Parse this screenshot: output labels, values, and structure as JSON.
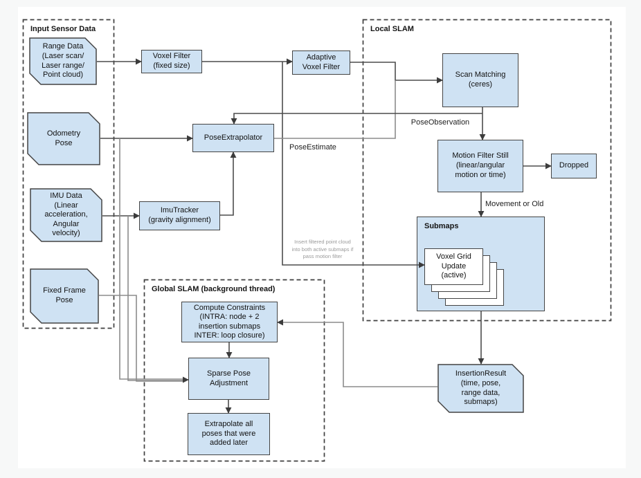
{
  "groups": {
    "input_sensor_data": {
      "label": "Input Sensor Data"
    },
    "local_slam": {
      "label": "Local SLAM"
    },
    "global_slam": {
      "label": "Global SLAM (background thread)"
    }
  },
  "nodes": {
    "range_data": {
      "label": "Range Data\n(Laser scan/\nLaser range/\nPoint cloud)"
    },
    "odometry_pose": {
      "label": "Odometry\nPose"
    },
    "imu_data": {
      "label": "IMU Data\n(Linear\nacceleration,\nAngular\nvelocity)"
    },
    "fixed_frame_pose": {
      "label": "Fixed Frame\nPose"
    },
    "voxel_filter": {
      "label": "Voxel Filter\n(fixed size)"
    },
    "adaptive_voxel_filter": {
      "label": "Adaptive\nVoxel Filter"
    },
    "scan_matching": {
      "label": "Scan Matching\n(ceres)"
    },
    "pose_extrapolator": {
      "label": "PoseExtrapolator"
    },
    "imu_tracker": {
      "label": "ImuTracker\n(gravity alignment)"
    },
    "motion_filter": {
      "label": "Motion Filter Still\n(linear/angular\nmotion or time)"
    },
    "dropped": {
      "label": "Dropped"
    },
    "submaps": {
      "label": "Submaps"
    },
    "voxel_grid_update": {
      "label": "Voxel Grid\nUpdate\n(active)"
    },
    "insertion_result": {
      "label": "InsertionResult\n(time, pose,\nrange data,\nsubmaps)"
    },
    "compute_constraints": {
      "label": "Compute Constraints\n(INTRA: node + 2\ninsertion submaps\nINTER: loop closure)"
    },
    "sparse_pose_adjustment": {
      "label": "Sparse Pose\nAdjustment"
    },
    "extrapolate_poses": {
      "label": "Extrapolate all\nposes that were\nadded later"
    }
  },
  "edge_labels": {
    "pose_observation": "PoseObservation",
    "pose_estimate": "PoseEstimate",
    "movement_or_old": "Movement or Old",
    "insert_note": "Insert filtered point cloud\ninto both active submaps if\npass motion filter"
  },
  "colors": {
    "node_fill": "#cfe2f3",
    "node_border": "#434343",
    "connector_dark": "#4c4c4c",
    "connector_light": "#8b8b8b",
    "note_text": "#9a9a9a"
  }
}
